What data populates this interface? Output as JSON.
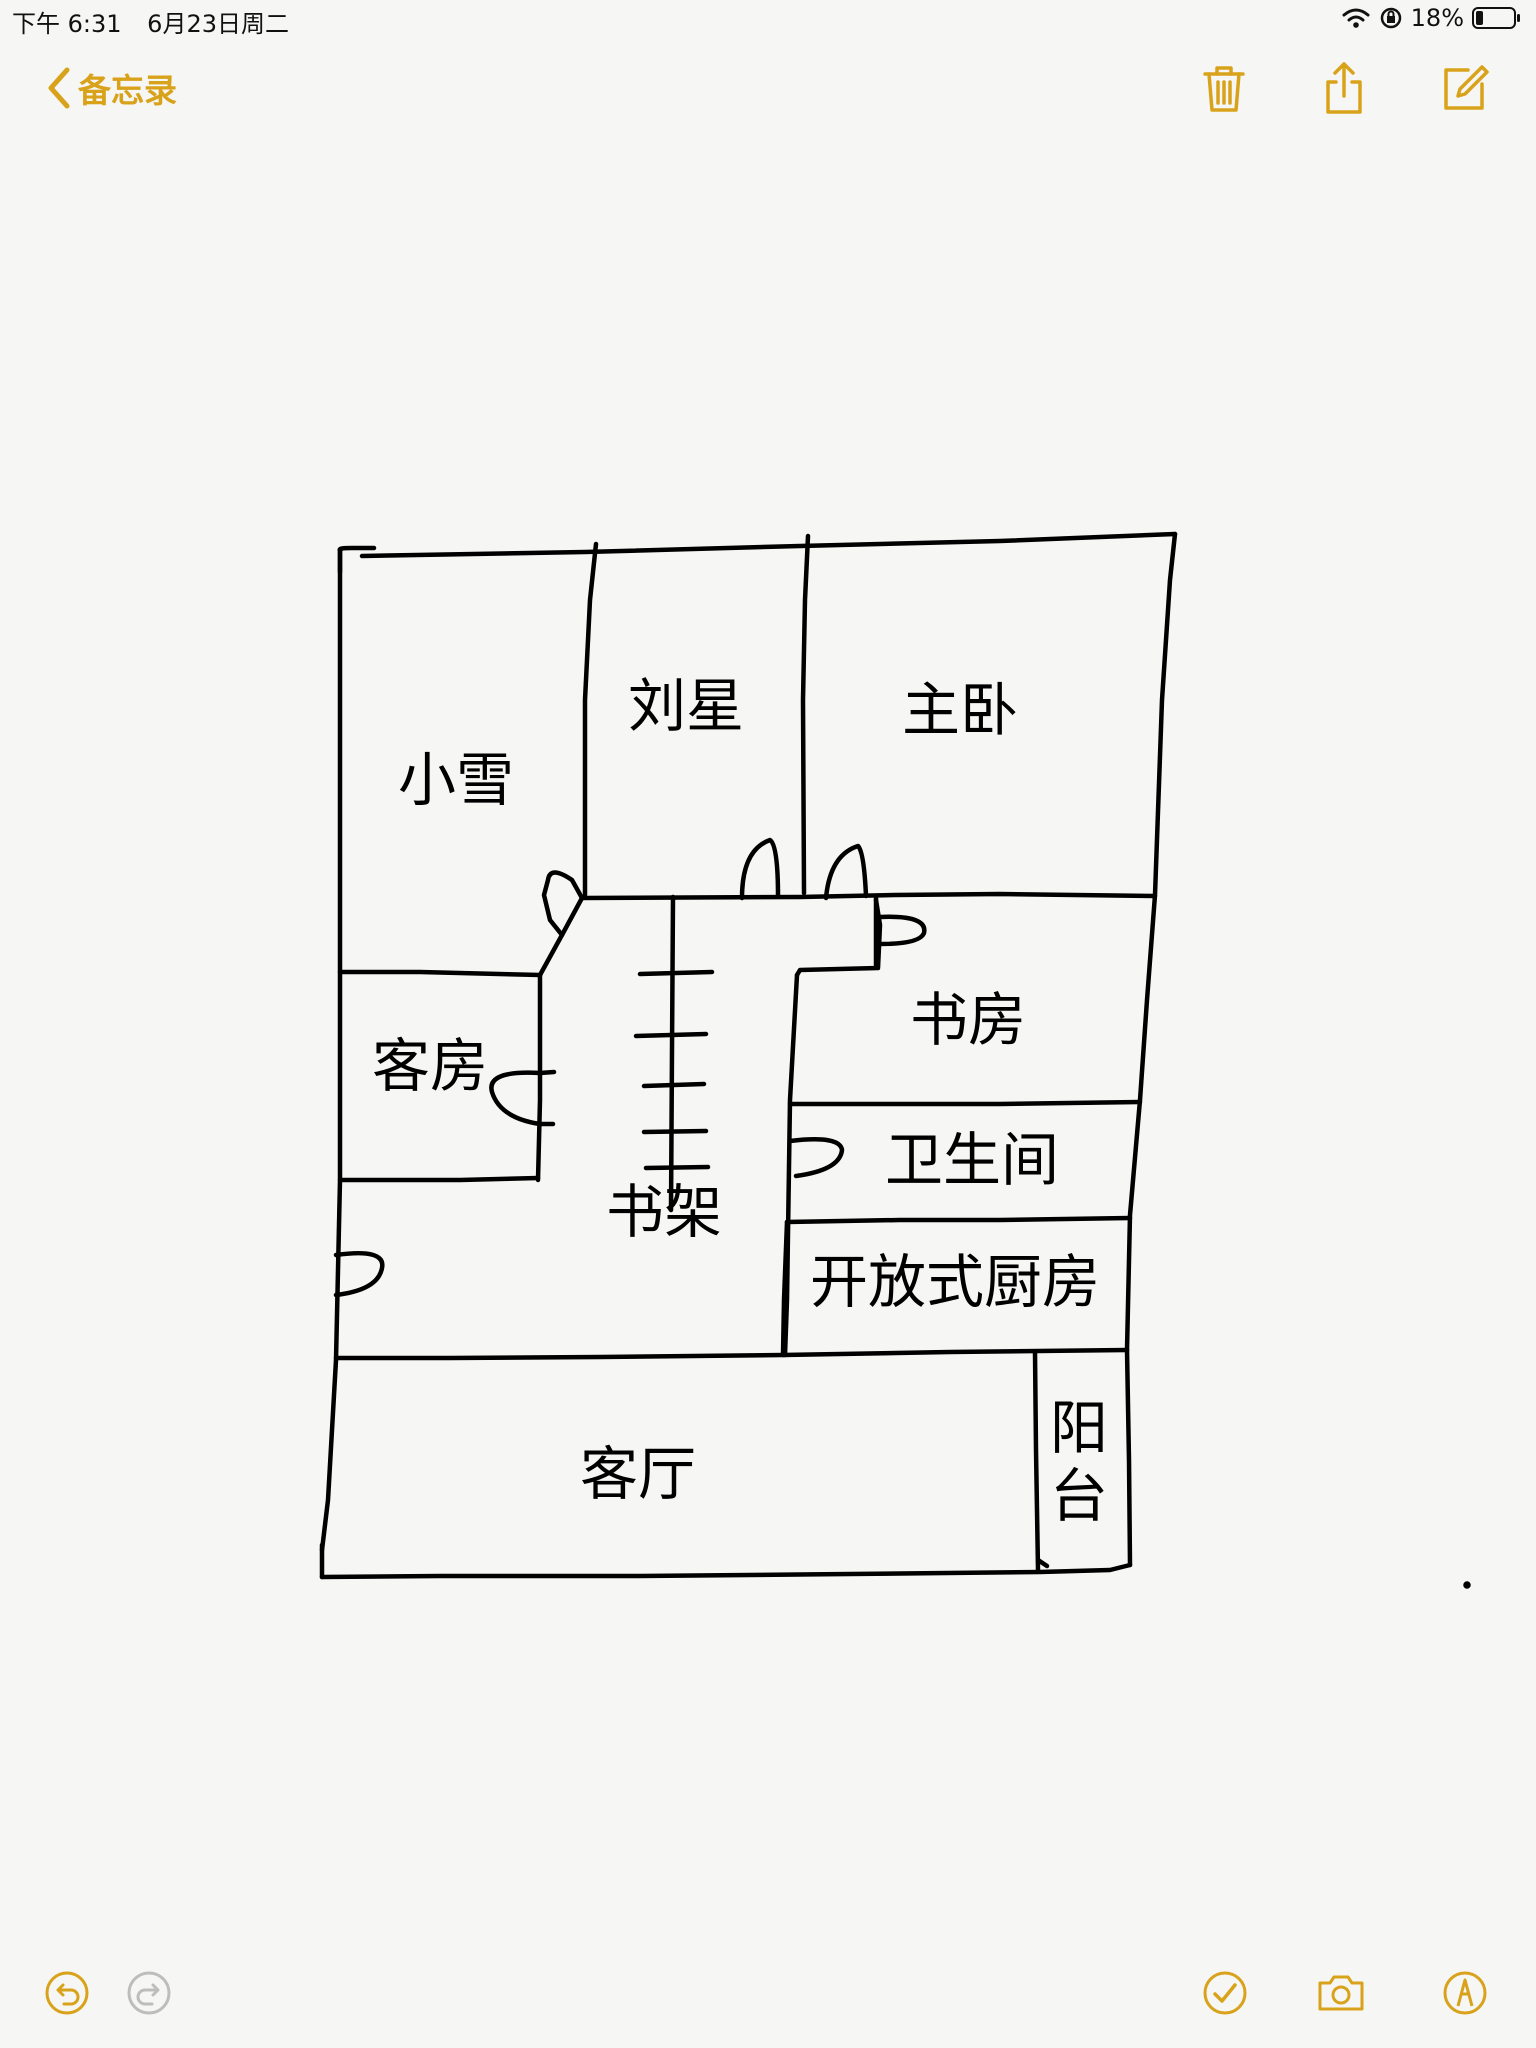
{
  "status_bar": {
    "time": "下午 6:31",
    "date": "6月23日周二",
    "battery": "18%"
  },
  "nav": {
    "back_label": "备忘录",
    "accent_color": "#d9a21b"
  },
  "drawing": {
    "rooms": {
      "xiaoxue": "小雪",
      "liuxing": "刘星",
      "master": "主卧",
      "guest": "客房",
      "study": "书房",
      "bathroom": "卫生间",
      "shelf": "书架",
      "kitchen": "开放式厨房",
      "living": "客厅",
      "balcony_1": "阳",
      "balcony_2": "台"
    }
  },
  "icons": {
    "back": "chevron-left-icon",
    "trash": "trash-icon",
    "share": "share-icon",
    "compose": "compose-icon",
    "undo": "undo-icon",
    "redo": "redo-icon",
    "done": "checkmark-icon",
    "camera": "camera-icon",
    "markup": "markup-pen-icon"
  }
}
